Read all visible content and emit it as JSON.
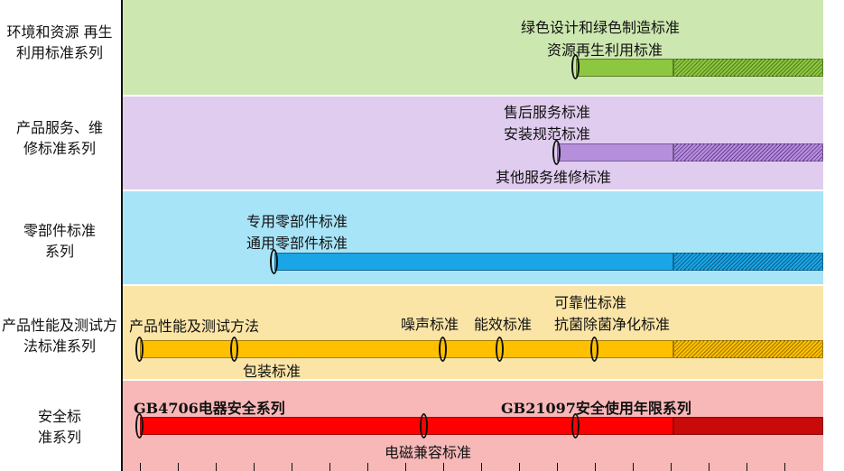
{
  "rows": [
    {
      "label": "环境和资源 再生利用标准系列",
      "band": "#cde7b0",
      "bar": "#8dc63f",
      "hatch_dark": "#5a8a20"
    },
    {
      "label": "产品服务、维修标准系列",
      "band": "#e0ccef",
      "bar": "#b68fdc",
      "hatch_dark": "#7a4fa8"
    },
    {
      "label": "零部件标准系列",
      "band": "#a8e4f8",
      "bar": "#1aa5e6",
      "hatch_dark": "#0a6a9a"
    },
    {
      "label": "产品性能及测试方法标准系列",
      "band": "#fbe5a6",
      "bar": "#ffc000",
      "hatch_dark": "#a07800"
    },
    {
      "label": "安全标准系列",
      "band": "#f8b8b8",
      "bar": "#ff0000",
      "hatch_dark": "#a00000"
    }
  ],
  "annotations": {
    "green1": "绿色设计和绿色制造标准",
    "green2": "资源再生利用标准",
    "purple1": "售后服务标准",
    "purple2": "安装规范标准",
    "purple3": "其他服务维修标准",
    "blue1": "专用零部件标准",
    "blue2": "通用零部件标准",
    "yellow1": "产品性能及测试方法",
    "yellow2": "包装标准",
    "yellow3": "噪声标准",
    "yellow4": "能效标准",
    "yellow5": "可靠性标准",
    "yellow6": "抗菌除菌净化标准",
    "red1": "GB4706电器安全系列",
    "red2": "GB21097安全使用年限系列",
    "red3": "电磁兼容标准"
  }
}
